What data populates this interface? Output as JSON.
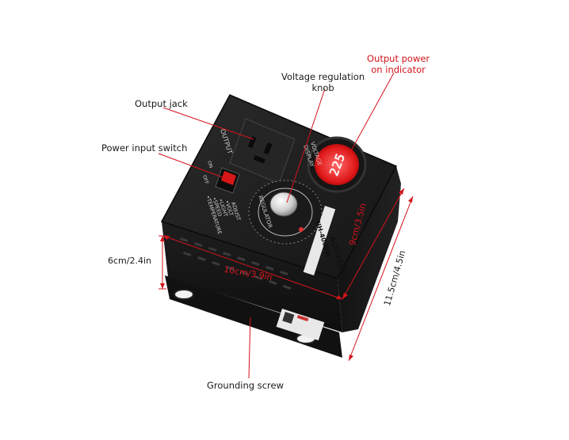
{
  "callouts": {
    "output_power_indicator": [
      "Output power",
      "on indicator"
    ],
    "voltage_knob": [
      "Voltage regulation",
      "knob"
    ],
    "output_jack": "Output jack",
    "power_switch": "Power input switch",
    "grounding_screw": "Grounding screw"
  },
  "dimensions": {
    "height": "6cm/2.4in",
    "width": "10cm/3.9in",
    "depth": "9cm/3.5in",
    "length": "11.5cm/4.5in"
  },
  "device": {
    "display_reading": "225",
    "panel_output": "OUTPUT",
    "panel_display": [
      "VOLTAGE",
      "DISPLAY"
    ],
    "panel_adjust": [
      "ADJUST",
      "•VOLT",
      "•LIGHT",
      "•SPEED",
      "•TEMPERATURE"
    ],
    "regulator_label": "REGULATOR",
    "rating_label": "AC0-220V",
    "model_label": "NH-4000W",
    "switch_marks": [
      "ON",
      "OFF"
    ]
  },
  "colors": {
    "callout_red": "#d4141c",
    "box_body": "#1b1b1b",
    "display_red": "#ff2a2a"
  }
}
